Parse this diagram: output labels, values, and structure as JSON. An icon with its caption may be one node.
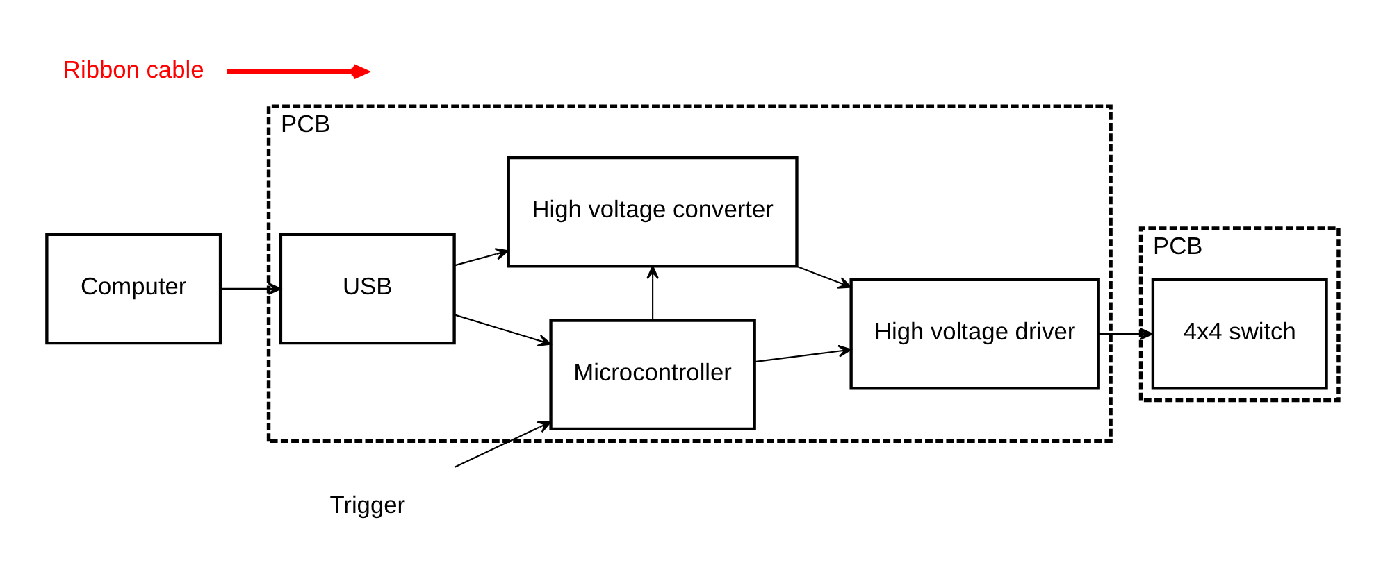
{
  "diagram": {
    "nodes": [
      {
        "text": [
          "PCB"
        ]
      },
      {
        "text": [
          "Trigger"
        ]
      },
      {
        "text": [
          "High voltage converter"
        ],
        "in": 0
      },
      {
        "text": [
          "Computer"
        ]
      },
      {
        "text": [
          "USB"
        ],
        "in": 0
      },
      {
        "text": [
          "Microcontroller"
        ],
        "in": 0
      },
      {
        "text": [
          "High voltage driver"
        ],
        "in": 0
      },
      {
        "text": [
          "PCB"
        ]
      },
      {
        "text": [
          "4x4 switch"
        ],
        "in": 7
      },
      {
        "text": [
          "Ribbon cable"
        ]
      }
    ],
    "edges": [
      {
        "from": 3,
        "to": 4,
        "arrow": "to"
      },
      {
        "from": 4,
        "to": 2,
        "arrow": "to"
      },
      {
        "from": 4,
        "to": 5,
        "arrow": "to"
      },
      {
        "from": 1,
        "to": 5,
        "arrow": "to"
      },
      {
        "from": 5,
        "to": 2,
        "arrow": "to"
      },
      {
        "from": 2,
        "to": 6,
        "arrow": "to"
      },
      {
        "from": 5,
        "to": 6,
        "arrow": "to"
      },
      {
        "from": 6,
        "to": 8,
        "arrow": "to"
      },
      {
        "from": 9,
        "to": null,
        "arrow": "to",
        "color": "#ff0000",
        "style": "thick"
      }
    ]
  }
}
